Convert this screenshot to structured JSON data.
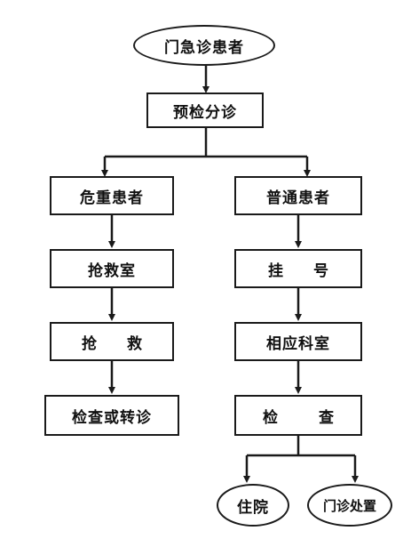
{
  "diagram": {
    "start": "门急诊患者",
    "triage": "预检分诊",
    "left_branch": {
      "head": "危重患者",
      "steps": [
        "抢救室",
        "抢 救",
        "检查或转诊"
      ]
    },
    "right_branch": {
      "head": "普通患者",
      "steps": [
        "挂 号",
        "相应科室",
        "检 查"
      ],
      "outcomes": [
        "住院",
        "门诊处置"
      ]
    }
  }
}
